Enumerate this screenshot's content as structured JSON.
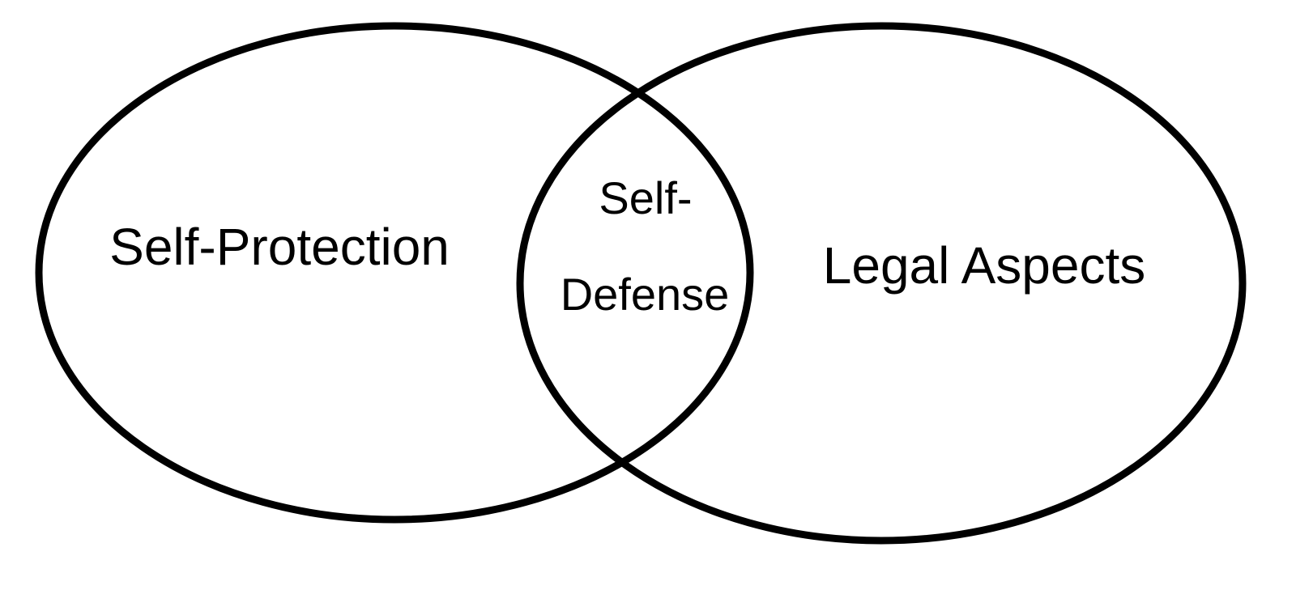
{
  "diagram": {
    "type": "venn",
    "sets": [
      {
        "label": "Self-Protection"
      },
      {
        "label": "Legal Aspects"
      }
    ],
    "intersection": {
      "label_line1": "Self-",
      "label_line2": "Defense"
    },
    "colors": {
      "stroke": "#000000",
      "background": "#ffffff",
      "text": "#000000"
    }
  }
}
